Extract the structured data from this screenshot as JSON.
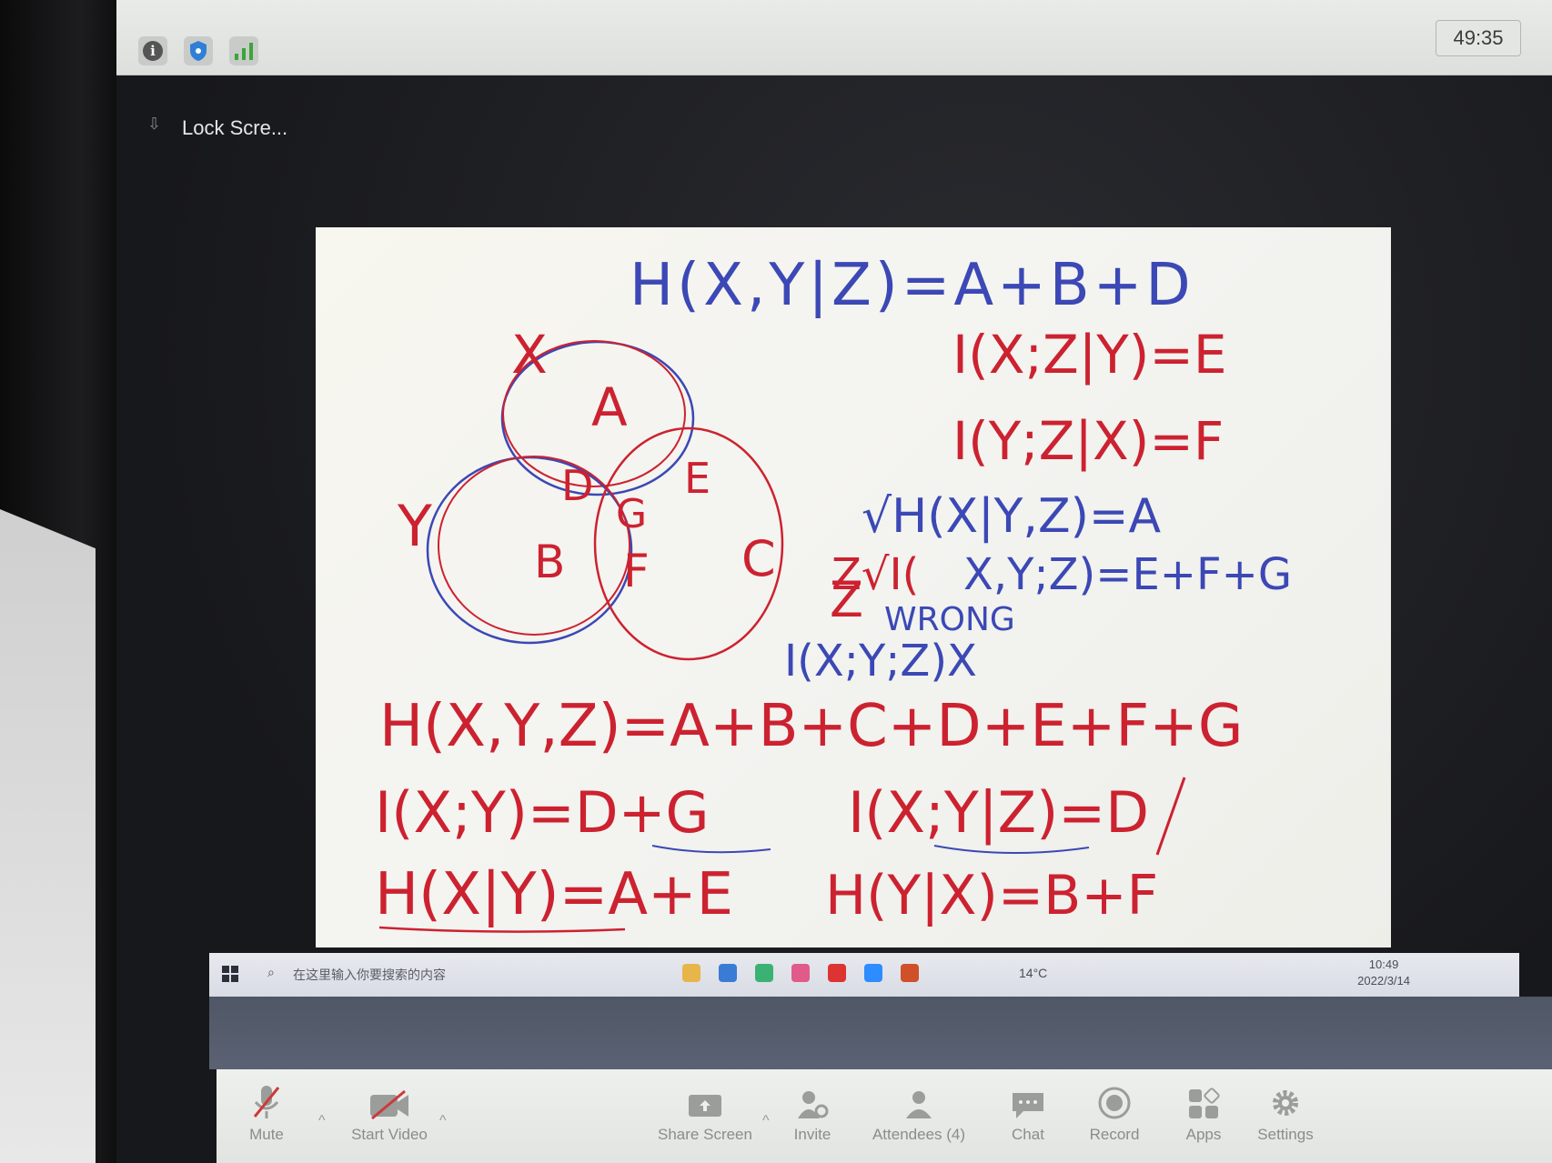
{
  "meeting": {
    "timer": "49:35",
    "lock_screen_label": "Lock Scre..."
  },
  "whiteboard": {
    "lines": {
      "title": "H(X,Y|Z)=A+B+D",
      "i_xz_given_y": "I(X;Z|Y)=E",
      "i_yz_given_x": "I(Y;Z|X)=F",
      "h_x_given_yz": "√H(X|Y,Z)=A",
      "i_xyz_prefix": "Z√I(",
      "i_xyz": "X,Y;Z)=E+F+G",
      "wrong": "WRONG",
      "i_x_y_z_crossed": "I(X;Y;Z)X",
      "h_xyz": "H(X,Y,Z)=A+B+C+D+E+F+G",
      "i_xy": "I(X;Y)=D+G",
      "i_xy_given_z": "I(X;Y|Z)=D",
      "h_x_given_y": "H(X|Y)=A+E",
      "h_y_given_x": "H(Y|X)=B+F"
    },
    "venn": {
      "set_labels": {
        "x": "X",
        "y": "Y",
        "z": "Z"
      },
      "region_labels": {
        "a": "A",
        "b": "B",
        "c": "C",
        "d": "D",
        "e": "E",
        "f": "F",
        "g": "G"
      }
    }
  },
  "win_taskbar": {
    "search_text": "在这里输入你要搜索的内容",
    "temperature": "14°C",
    "time": "10:49",
    "date": "2022/3/14"
  },
  "zoom_toolbar": {
    "mute_label": "Mute",
    "video_label": "Start Video",
    "share_label": "Share Screen",
    "invite_label": "Invite",
    "attendees_label": "Attendees (4)",
    "chat_label": "Chat",
    "record_label": "Record",
    "apps_label": "Apps",
    "settings_label": "Settings"
  }
}
